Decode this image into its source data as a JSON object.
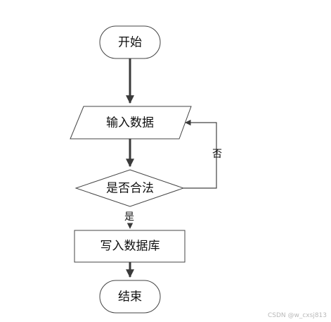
{
  "flowchart": {
    "start": {
      "label": "开始"
    },
    "input": {
      "label": "输入数据"
    },
    "decision": {
      "label": "是否合法"
    },
    "write": {
      "label": "写入数据库"
    },
    "end": {
      "label": "结束"
    },
    "edges": {
      "no_label": "否",
      "yes_label": "是"
    }
  },
  "watermark": "CSDN @w_cxsj813",
  "colors": {
    "stroke": "#444444",
    "arrow": "#3a3a3a",
    "text": "#111111",
    "background": "#ffffff"
  }
}
